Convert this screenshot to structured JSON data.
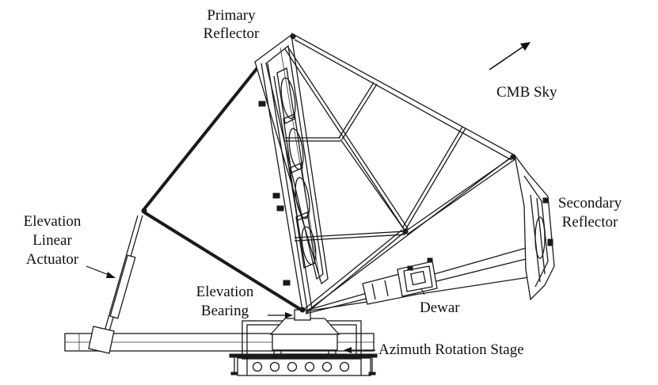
{
  "labels": {
    "primary_reflector_line1": "Primary",
    "primary_reflector_line2": "Reflector",
    "cmb_sky": "CMB Sky",
    "secondary_reflector_line1": "Secondary",
    "secondary_reflector_line2": "Reflector",
    "elevation_actuator_line1": "Elevation",
    "elevation_actuator_line2": "Linear",
    "elevation_actuator_line3": "Actuator",
    "elevation_bearing_line1": "Elevation",
    "elevation_bearing_line2": "Bearing",
    "dewar": "Dewar",
    "azimuth_rotation_stage": "Azimuth Rotation Stage"
  },
  "colors": {
    "line": "#1a1a1a",
    "background": "#ffffff"
  }
}
